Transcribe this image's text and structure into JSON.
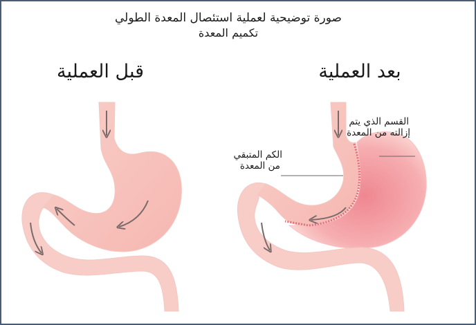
{
  "header": {
    "title_line1": "صورة توضيحية لعملية استئصال المعدة الطولي",
    "title_line2": "تكميم المعدة"
  },
  "panels": {
    "before": {
      "title": "قبل العملية"
    },
    "after": {
      "title": "بعد العملية"
    }
  },
  "labels": {
    "removed_part_line1": "القسم الذي يتم",
    "removed_part_line2": "إزالته من المعدة",
    "sleeve_line1": "الكم المتبقي",
    "sleeve_line2": "من المعدة"
  },
  "colors": {
    "stomach": "#f6b9b4",
    "stomach_light": "#fbd9d4",
    "removed_core": "#f08f96",
    "staple_line": "#e0707c",
    "arrow": "#7a6a6a",
    "frame": "#4a5b78"
  }
}
